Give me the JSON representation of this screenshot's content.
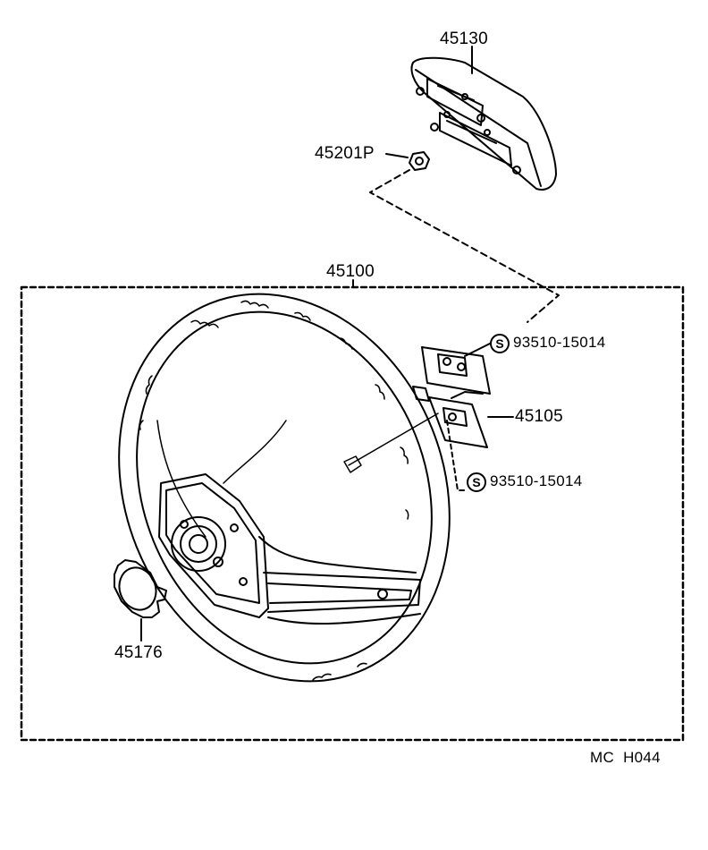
{
  "parts": {
    "horn_pad": "45130",
    "nut": "45201P",
    "steering_wheel_assy": "45100",
    "screw_upper": "93510-15014",
    "horn_contact": "45105",
    "screw_lower": "93510-15014",
    "cancel_cam": "45176"
  },
  "standard_part_symbol": "S",
  "diagram_code": "MC  H044"
}
